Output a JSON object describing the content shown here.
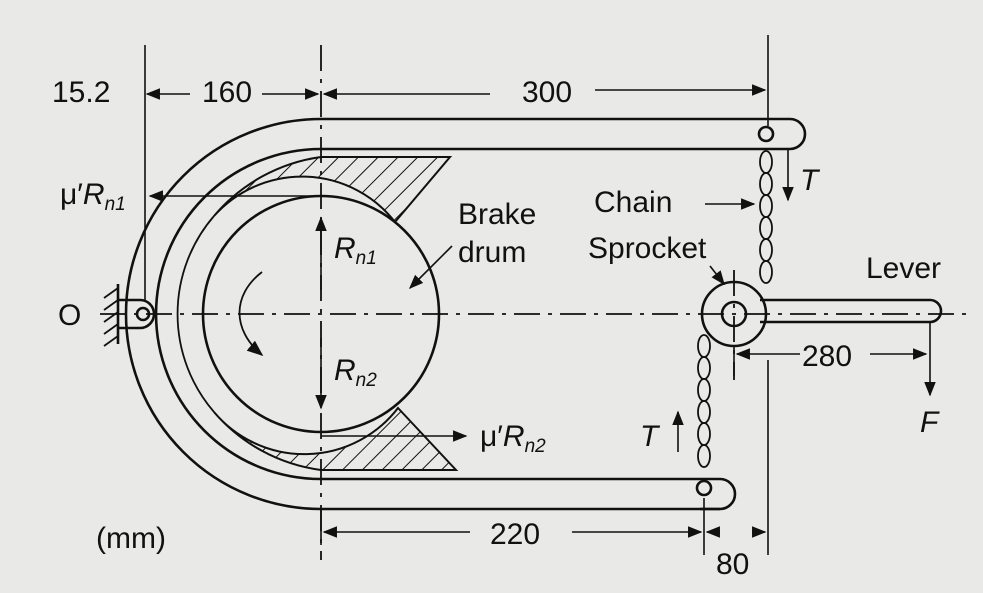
{
  "dimensions": {
    "d_15_2": "15.2",
    "d_160": "160",
    "d_300": "300",
    "d_280": "280",
    "d_220": "220",
    "d_80": "80"
  },
  "labels": {
    "point_O": "O",
    "brake": "Brake",
    "drum": "drum",
    "chain": "Chain",
    "sprocket": "Sprocket",
    "lever": "Lever",
    "units": "(mm)"
  },
  "symbols": {
    "mu_prime": "μ′",
    "R": "R",
    "sub_n1": "n1",
    "sub_n2": "n2",
    "T": "T",
    "F": "F"
  }
}
